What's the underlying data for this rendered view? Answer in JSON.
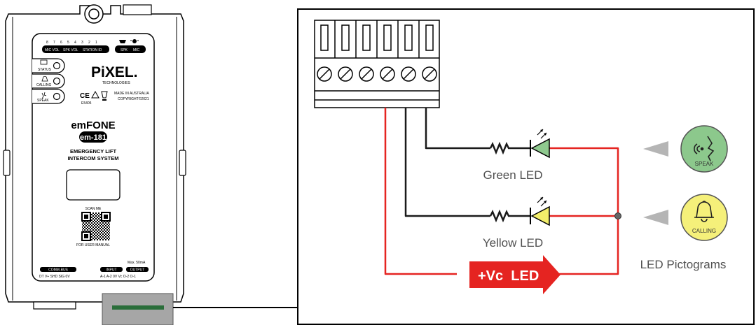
{
  "device": {
    "dip_numbers": [
      "8",
      "7",
      "6",
      "5",
      "4",
      "3",
      "2",
      "1"
    ],
    "dip_groups": [
      "MIC VOL",
      "SPK VOL",
      "STATION ID"
    ],
    "top_right_labels": [
      "SPK",
      "MIC"
    ],
    "side_buttons": [
      "STATUS",
      "CALLING",
      "SPEAK"
    ],
    "brand": "PiXEL.",
    "brand_sub": "TECHNOLOGIES",
    "made_in": "MADE IN AUSTRALIA",
    "copyright": "COPYRIGHT©2021",
    "cert_code": "E5405",
    "product_name": "emFONE",
    "model": "em-181",
    "desc_line1": "EMERGENCY LIFT",
    "desc_line2": "INTERCOM SYSTEM",
    "scan_me": "SCAN ME",
    "user_manual": "FOR USER MANUAL",
    "max_rating": "Max. 50mA",
    "comm_bus_label": "COMM-BUS",
    "comm_bus_pins": "DT  V+  SHD  SIG  0V",
    "input_label": "INPUT",
    "output_label": "OUTPUT",
    "io_pins": "A-1  A-2  0V   Vc  O-2  O-1"
  },
  "diagram": {
    "green_led_label": "Green LED",
    "yellow_led_label": "Yellow LED",
    "vc_arrow_label": "+Vc  LED",
    "pictograms_label": "LED Pictograms",
    "speak_caption": "SPEAK",
    "calling_caption": "CALLING"
  },
  "colors": {
    "wire_red": "#e52421",
    "wire_black": "#1a1a1a",
    "green_led": "#8fc98f",
    "yellow_led": "#f2ee6a",
    "speak_picto": "#8cc88c",
    "calling_picto": "#f5f07a",
    "pointer_grey": "#b5b5b5"
  }
}
